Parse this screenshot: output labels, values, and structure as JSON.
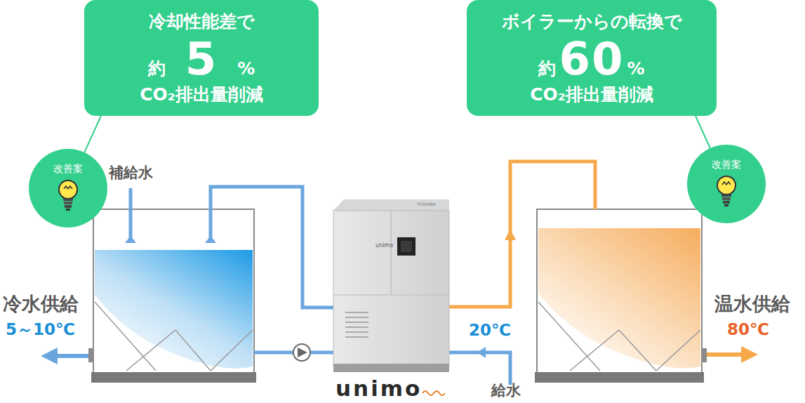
{
  "diagram": {
    "nodes": [
      {
        "text": [
          "冷却性能差で",
          "約",
          "5",
          "%",
          "CO₂排出量削減"
        ]
      },
      {
        "text": [
          "ボイラーからの転換で",
          "約",
          "60",
          "%",
          "CO₂排出量削減"
        ]
      },
      {
        "text": [
          "改善案"
        ]
      },
      {
        "text": [
          "改善案"
        ]
      }
    ],
    "edges": [
      {
        "from": 0,
        "to": 2,
        "arrow": "none"
      },
      {
        "from": 1,
        "to": 3,
        "arrow": "none"
      }
    ],
    "labels": [
      "補給水",
      "冷水供給",
      "5～10℃",
      "TOSHIBA",
      "unimo",
      "unimo",
      "20℃",
      "給水",
      "温水供給",
      "80℃"
    ]
  }
}
